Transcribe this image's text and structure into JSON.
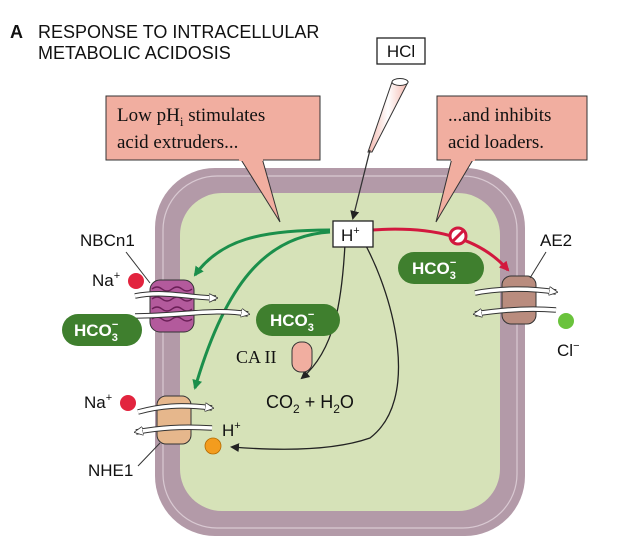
{
  "panel": {
    "letter": "A",
    "title_line1": "RESPONSE TO INTRACELLULAR",
    "title_line2": "METABOLIC ACIDOSIS"
  },
  "acid_source": {
    "label": "HCl"
  },
  "proton_box": {
    "base": "H",
    "sup": "+"
  },
  "callouts": {
    "left_line1": "Low pH",
    "left_line1_sub": "i",
    "left_line1_rest": " stimulates",
    "left_line2": "acid extruders...",
    "right_line1": "...and inhibits",
    "right_line2": "acid loaders."
  },
  "transporters": {
    "nbcn1": {
      "name": "NBCn1",
      "na": "Na",
      "na_sup": "+",
      "hco3": "HCO",
      "hco3_sub": "3",
      "hco3_sup": "−"
    },
    "nhe1": {
      "name": "NHE1",
      "na": "Na",
      "na_sup": "+",
      "h": "H",
      "h_sup": "+"
    },
    "ae2": {
      "name": "AE2",
      "hco3": "HCO",
      "hco3_sub": "3",
      "hco3_sup": "−",
      "cl": "Cl",
      "cl_sup": "−"
    }
  },
  "cytosol": {
    "hco3": "HCO",
    "hco3_sub": "3",
    "hco3_sup": "−",
    "enzyme": "CA II",
    "products": {
      "co2": "CO",
      "co2_sub": "2",
      "plus": " + ",
      "h2o_a": "H",
      "h2o_sub": "2",
      "h2o_b": "O"
    }
  },
  "colors": {
    "membrane": "#b39aa8",
    "cytosol": "#d6e2b8",
    "callout": "#f1aea0",
    "stimulate_arrow": "#1b8f4b",
    "inhibit_arrow": "#d2183e",
    "hco3_pill": "#3f7f2e",
    "sodium": "#e2243e",
    "proton": "#f39c1e",
    "chloride": "#6ac33c",
    "nbcn1_body": "#b35a9c",
    "exchanger_body": "#e6b78c"
  }
}
